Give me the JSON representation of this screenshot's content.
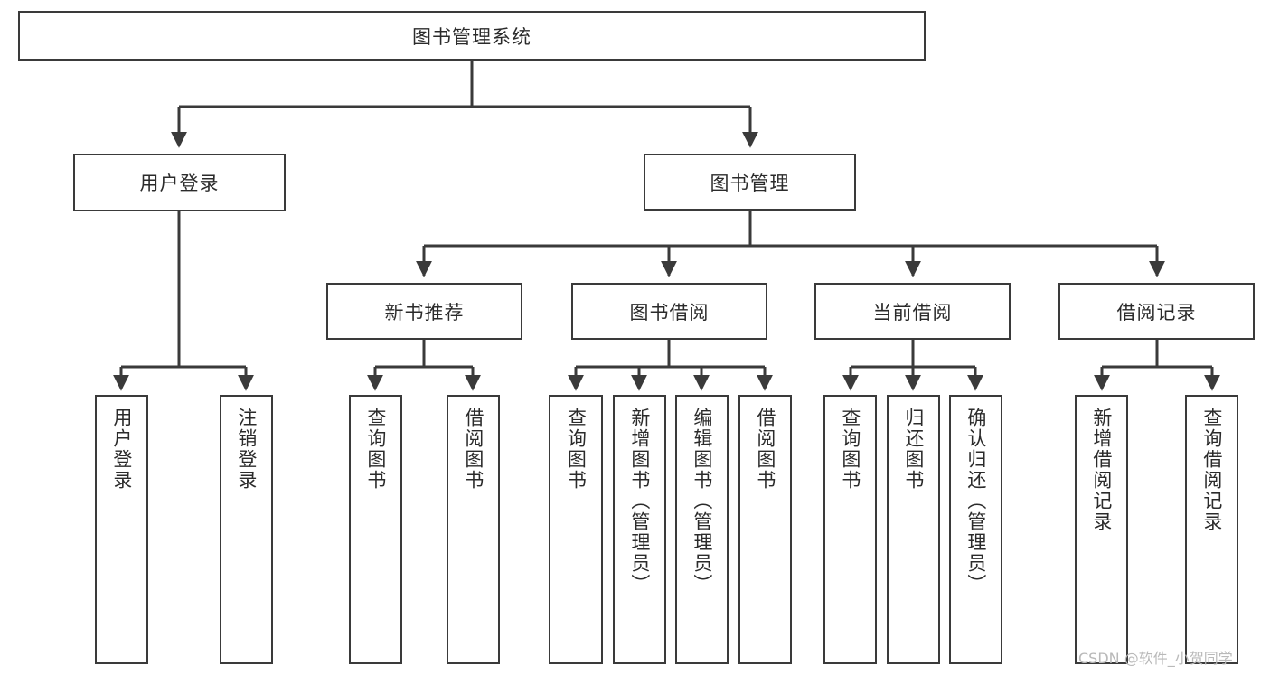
{
  "diagram": {
    "type": "tree",
    "title": "图书管理系统",
    "root": {
      "id": "root",
      "label": "图书管理系统"
    },
    "level2": [
      {
        "id": "user-login",
        "label": "用户登录"
      },
      {
        "id": "book-manage",
        "label": "图书管理"
      }
    ],
    "level3": [
      {
        "id": "new-book-recommend",
        "label": "新书推荐"
      },
      {
        "id": "book-borrow",
        "label": "图书借阅"
      },
      {
        "id": "current-borrow",
        "label": "当前借阅"
      },
      {
        "id": "borrow-record",
        "label": "借阅记录"
      }
    ],
    "leaves": [
      {
        "id": "leaf-user-login",
        "label": "用户登录",
        "parent": "user-login"
      },
      {
        "id": "leaf-user-logout",
        "label": "注销登录",
        "parent": "user-login"
      },
      {
        "id": "leaf-query-book-1",
        "label": "查询图书",
        "parent": "new-book-recommend"
      },
      {
        "id": "leaf-borrow-book-1",
        "label": "借阅图书",
        "parent": "new-book-recommend"
      },
      {
        "id": "leaf-query-book-2",
        "label": "查询图书",
        "parent": "book-borrow"
      },
      {
        "id": "leaf-add-book",
        "label": "新增图书（管理员）",
        "parent": "book-borrow"
      },
      {
        "id": "leaf-edit-book",
        "label": "编辑图书（管理员）",
        "parent": "book-borrow"
      },
      {
        "id": "leaf-borrow-book-2",
        "label": "借阅图书",
        "parent": "book-borrow"
      },
      {
        "id": "leaf-query-book-3",
        "label": "查询图书",
        "parent": "current-borrow"
      },
      {
        "id": "leaf-return-book",
        "label": "归还图书",
        "parent": "current-borrow"
      },
      {
        "id": "leaf-confirm-return",
        "label": "确认归还（管理员）",
        "parent": "current-borrow"
      },
      {
        "id": "leaf-add-record",
        "label": "新增借阅记录",
        "parent": "borrow-record"
      },
      {
        "id": "leaf-query-record",
        "label": "查询借阅记录",
        "parent": "borrow-record"
      }
    ],
    "colors": {
      "stroke": "#3a3a3a",
      "fill": "#ffffff",
      "text": "#2b2b2b",
      "watermark": "#b9b9b9"
    }
  },
  "watermark": {
    "text": "CSDN @软件_小贺同学"
  }
}
